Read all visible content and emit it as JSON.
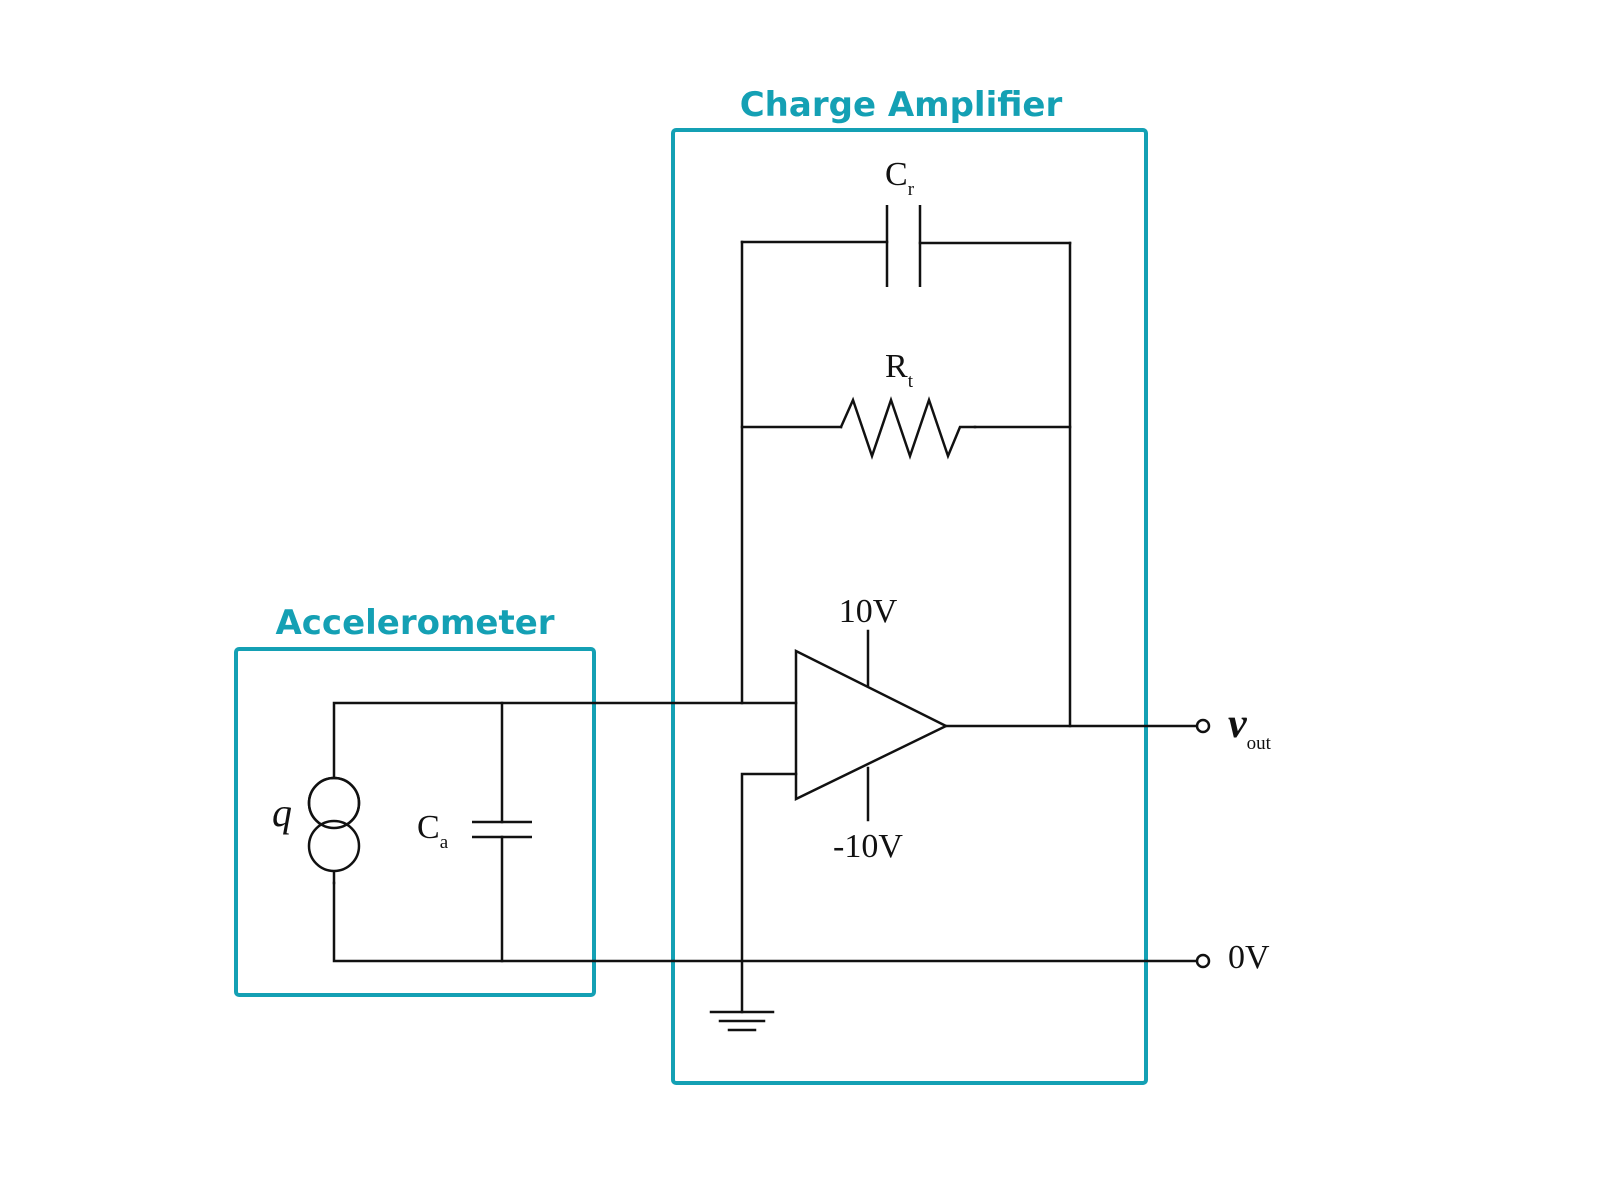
{
  "colors": {
    "accent": "#14a0b4",
    "wire": "#111111",
    "background": "#ffffff"
  },
  "boxes": {
    "charge_amplifier": {
      "title": "Charge Amplifier"
    },
    "accelerometer": {
      "title": "Accelerometer"
    }
  },
  "components": {
    "feedback_capacitor": {
      "symbol": "C",
      "subscript": "r"
    },
    "feedback_resistor": {
      "symbol": "R",
      "subscript": "t"
    },
    "accelerometer_capacitor": {
      "symbol": "C",
      "subscript": "a"
    },
    "charge_source": {
      "symbol": "q"
    },
    "op_amp": {
      "positive_supply": "10V",
      "negative_supply": "-10V"
    }
  },
  "terminals": {
    "output": {
      "symbol": "v",
      "subscript": "out"
    },
    "ground_terminal": {
      "label": "0V"
    }
  }
}
